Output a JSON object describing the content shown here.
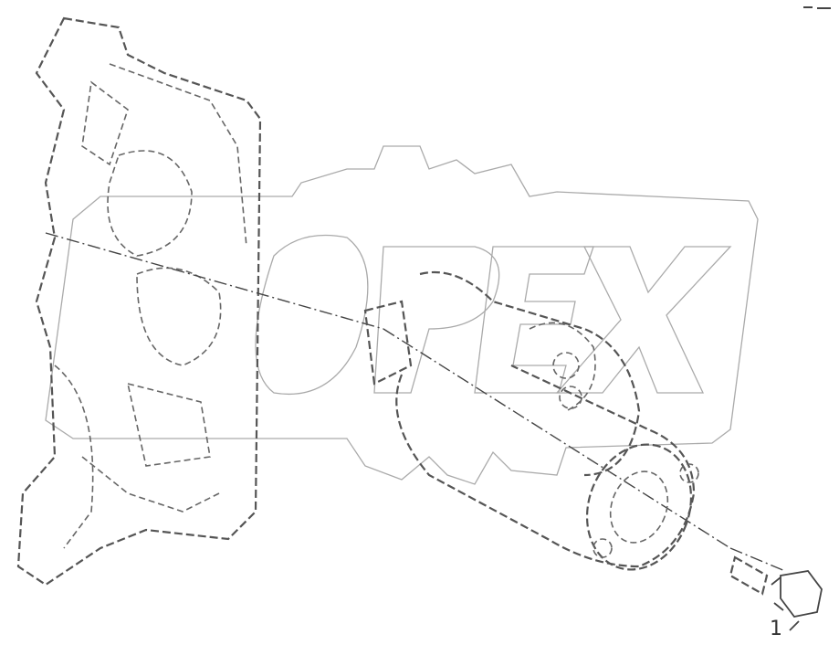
{
  "diagram": {
    "watermark": "OPEX",
    "callouts": [
      {
        "label": "1",
        "part": "bolt"
      }
    ],
    "colors": {
      "line": "#555555",
      "watermark": "#aaaaaa",
      "background": "#ffffff"
    }
  }
}
